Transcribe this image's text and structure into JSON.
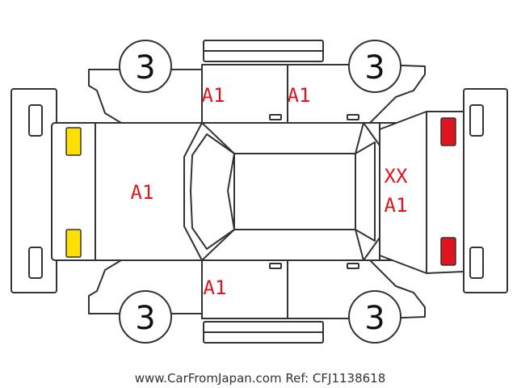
{
  "tires": {
    "front_left": "3",
    "front_right": "3",
    "rear_left": "3",
    "rear_right": "3"
  },
  "marks": {
    "door_front_top": "A1",
    "door_rear_top": "A1",
    "hood": "A1",
    "door_front_bottom": "A1",
    "rear_xx": "XX",
    "rear_a1": "A1"
  },
  "lights": {
    "front_color": "#ffe000",
    "rear_color": "#e0141e"
  },
  "footer": {
    "website": "www.CarFromJapan.com",
    "reference": "Ref: CFJ1138618"
  }
}
